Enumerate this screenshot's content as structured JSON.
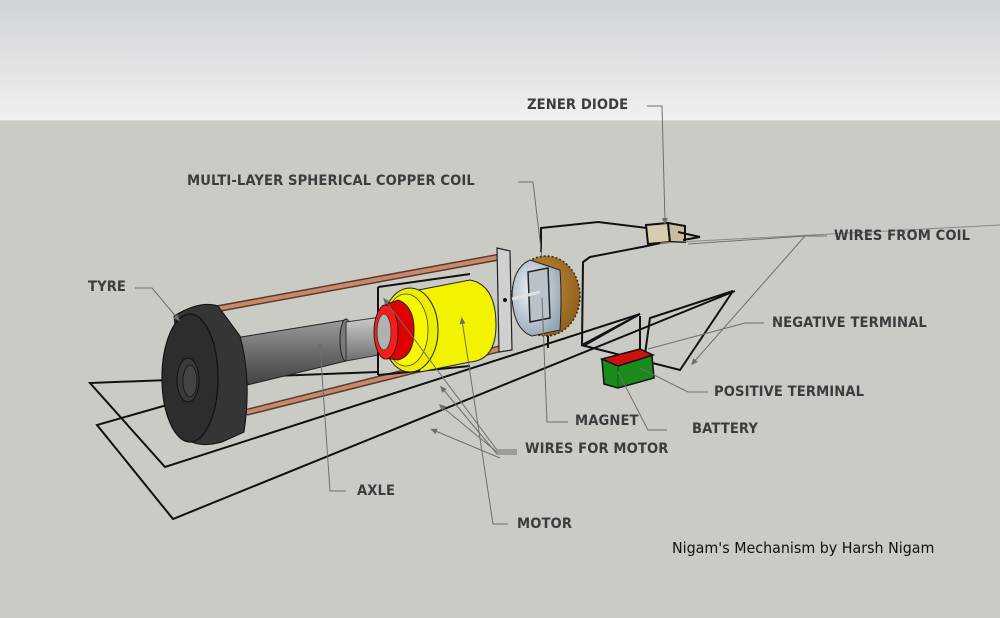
{
  "diagram": {
    "title_credit": "Nigam's Mechanism by Harsh Nigam",
    "colors": {
      "sky_top": "#cfd4d8",
      "sky_bottom": "#eef0f1",
      "ground": "#cbcbc6",
      "label_text": "#3c3c3c",
      "leader_line": "#6e6e6e",
      "wire": "#111111",
      "tyre": "#2f2f2f",
      "axle": "#6a6a6a",
      "copper_rod": "#b87a5e",
      "motor_body": "#f2f200",
      "motor_collar": "#e80000",
      "coil": "#b07a2a",
      "magnet_sphere": "#b9c6d0",
      "zener_diode": "#d8ccae",
      "battery_body": "#1a8a1a",
      "battery_lid": "#d01010"
    },
    "labels": {
      "zener_diode": "ZENER DIODE",
      "copper_coil": "MULTI-LAYER SPHERICAL COPPER COIL",
      "wires_from_coil": "WIRES FROM COIL",
      "tyre": "TYRE",
      "negative_terminal": "NEGATIVE TERMINAL",
      "positive_terminal": "POSITIVE TERMINAL",
      "magnet": "MAGNET",
      "battery": "BATTERY",
      "wires_for_motor": "WIRES FOR MOTOR",
      "axle": "AXLE",
      "motor": "MOTOR"
    },
    "components": [
      "tyre",
      "axle",
      "copper-rods",
      "motor",
      "motor-collar",
      "mounting-plate",
      "spherical-copper-coil",
      "magnet",
      "zener-diode",
      "battery",
      "wires"
    ]
  }
}
